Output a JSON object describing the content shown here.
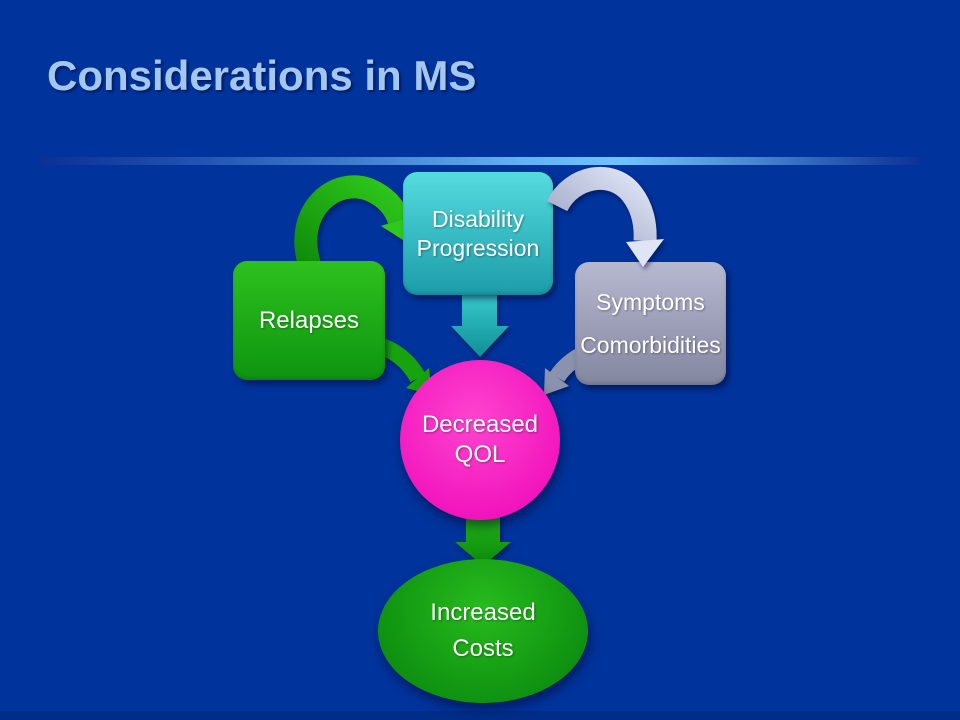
{
  "slide": {
    "title": "Considerations in MS",
    "colors": {
      "background": "#00339c",
      "title_text": "#a3c7f1",
      "divider_highlight": "#70c3ff"
    }
  },
  "diagram": {
    "nodes": [
      {
        "id": "relapses",
        "shape": "rounded-rectangle",
        "color": "#1dad12",
        "lines": [
          "Relapses"
        ]
      },
      {
        "id": "disability-progression",
        "shape": "rounded-rectangle",
        "color": "#2db7bf",
        "lines": [
          "Disability",
          "Progression"
        ]
      },
      {
        "id": "symptoms-comorbidities",
        "shape": "rounded-rectangle",
        "color": "#9b9dbb",
        "lines": [
          "Symptoms",
          "Comorbidities"
        ]
      },
      {
        "id": "decreased-qol",
        "shape": "circle",
        "color": "#f81fc4",
        "lines": [
          "Decreased",
          "QOL"
        ]
      },
      {
        "id": "increased-costs",
        "shape": "ellipse",
        "color": "#14a011",
        "lines": [
          "Increased",
          "Costs"
        ]
      }
    ],
    "arrows": [
      {
        "from": "relapses",
        "to": "disability-progression",
        "style": "curved",
        "color": "green"
      },
      {
        "from": "disability-progression",
        "to": "symptoms-comorbidities",
        "style": "curved",
        "color": "silver"
      },
      {
        "from": "disability-progression",
        "to": "decreased-qol",
        "style": "block-down",
        "color": "teal"
      },
      {
        "from": "relapses",
        "to": "decreased-qol",
        "style": "bent",
        "color": "green"
      },
      {
        "from": "symptoms-comorbidities",
        "to": "decreased-qol",
        "style": "bent",
        "color": "silver"
      },
      {
        "from": "decreased-qol",
        "to": "increased-costs",
        "style": "block-down",
        "color": "green"
      }
    ]
  }
}
